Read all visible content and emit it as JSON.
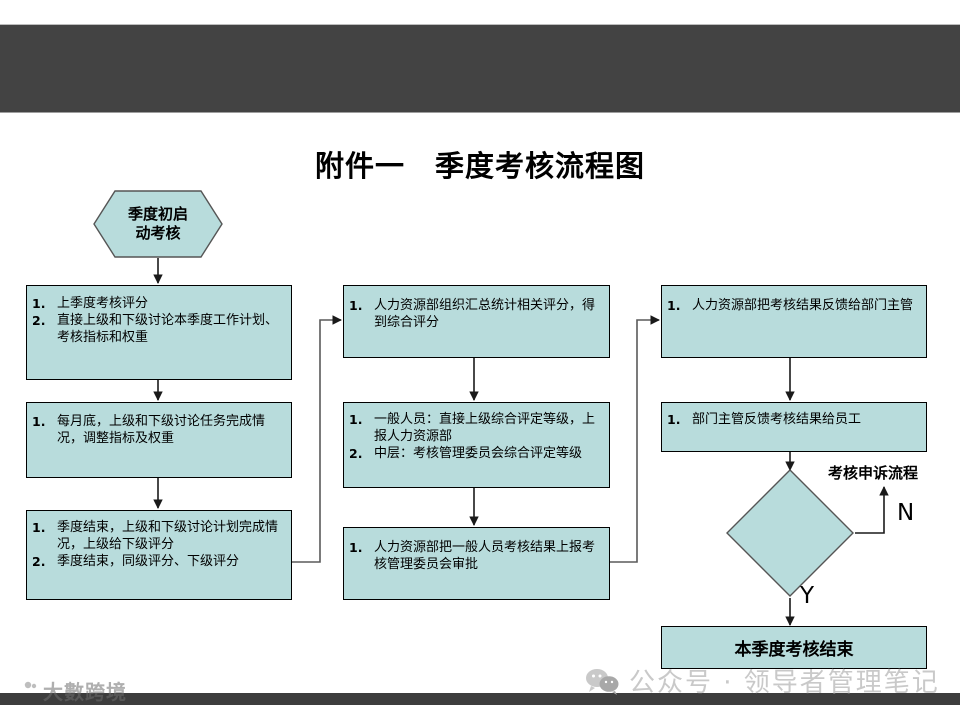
{
  "page": {
    "title": "附件一　季度考核流程图",
    "background_color": "#ffffff",
    "banner_color": "#434343",
    "node_fill_color": "#b8dcdc",
    "node_border_color": "#000000"
  },
  "start_node": {
    "name": "start-hexagon",
    "line1": "季度初启",
    "line2": "动考核"
  },
  "columns": {
    "left": [
      {
        "id": "box-l1",
        "items": [
          {
            "num": "1.",
            "text": "上季度考核评分"
          },
          {
            "num": "2.",
            "text": "直接上级和下级讨论本季度工作计划、考核指标和权重"
          }
        ]
      },
      {
        "id": "box-l2",
        "items": [
          {
            "num": "1.",
            "text": "每月底，上级和下级讨论任务完成情况，调整指标及权重"
          }
        ]
      },
      {
        "id": "box-l3",
        "items": [
          {
            "num": "1.",
            "text": "季度结束，上级和下级讨论计划完成情况，上级给下级评分"
          },
          {
            "num": "2.",
            "text": "季度结束，同级评分、下级评分"
          }
        ]
      }
    ],
    "middle": [
      {
        "id": "box-m1",
        "items": [
          {
            "num": "1.",
            "text": "人力资源部组织汇总统计相关评分，得到综合评分"
          }
        ]
      },
      {
        "id": "box-m2",
        "items": [
          {
            "num": "1.",
            "text": "一般人员：直接上级综合评定等级，上报人力资源部"
          },
          {
            "num": "2.",
            "text": "中层：考核管理委员会综合评定等级"
          }
        ]
      },
      {
        "id": "box-m3",
        "items": [
          {
            "num": "1.",
            "text": "人力资源部把一般人员考核结果上报考核管理委员会审批"
          }
        ]
      }
    ],
    "right": [
      {
        "id": "box-r1",
        "items": [
          {
            "num": "1.",
            "text": "人力资源部把考核结果反馈给部门主管"
          }
        ]
      },
      {
        "id": "box-r2",
        "items": [
          {
            "num": "1.",
            "text": "部门主管反馈考核结果给员工"
          }
        ]
      }
    ]
  },
  "decision": {
    "name": "decision-diamond",
    "label": "",
    "branch_yes": "Y",
    "branch_no": "N",
    "no_target_label": "考核申诉流程"
  },
  "end_node": {
    "name": "end-terminal",
    "text": "本季度考核结束"
  },
  "watermarks": {
    "left_text": "大數跨境",
    "right_text": "公众号 · 领导者管理笔记"
  }
}
